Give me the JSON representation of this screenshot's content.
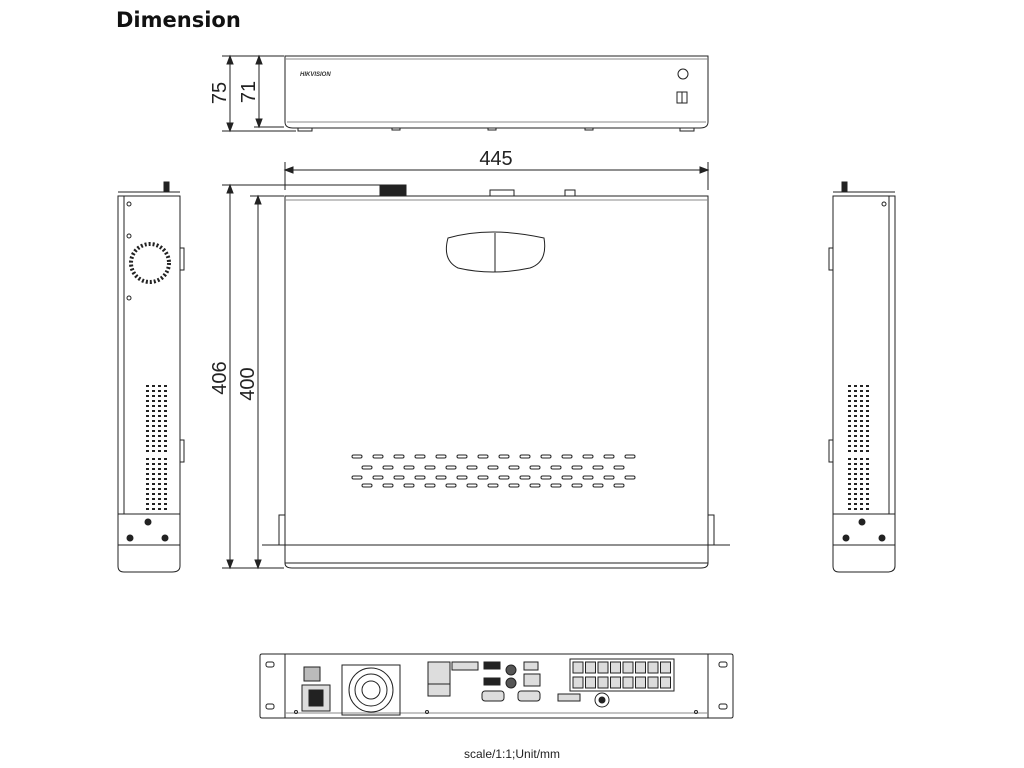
{
  "title": "Dimension",
  "footnote": "scale/1:1;Unit/mm",
  "front_view": {
    "brand_logo": "HIKVISION",
    "overall_height": "75",
    "body_height": "71"
  },
  "top_view": {
    "width": "445",
    "overall_depth": "406",
    "body_depth": "400"
  },
  "colors": {
    "line": "#222222",
    "background": "#ffffff",
    "port_fill": "#dcdcdc"
  }
}
